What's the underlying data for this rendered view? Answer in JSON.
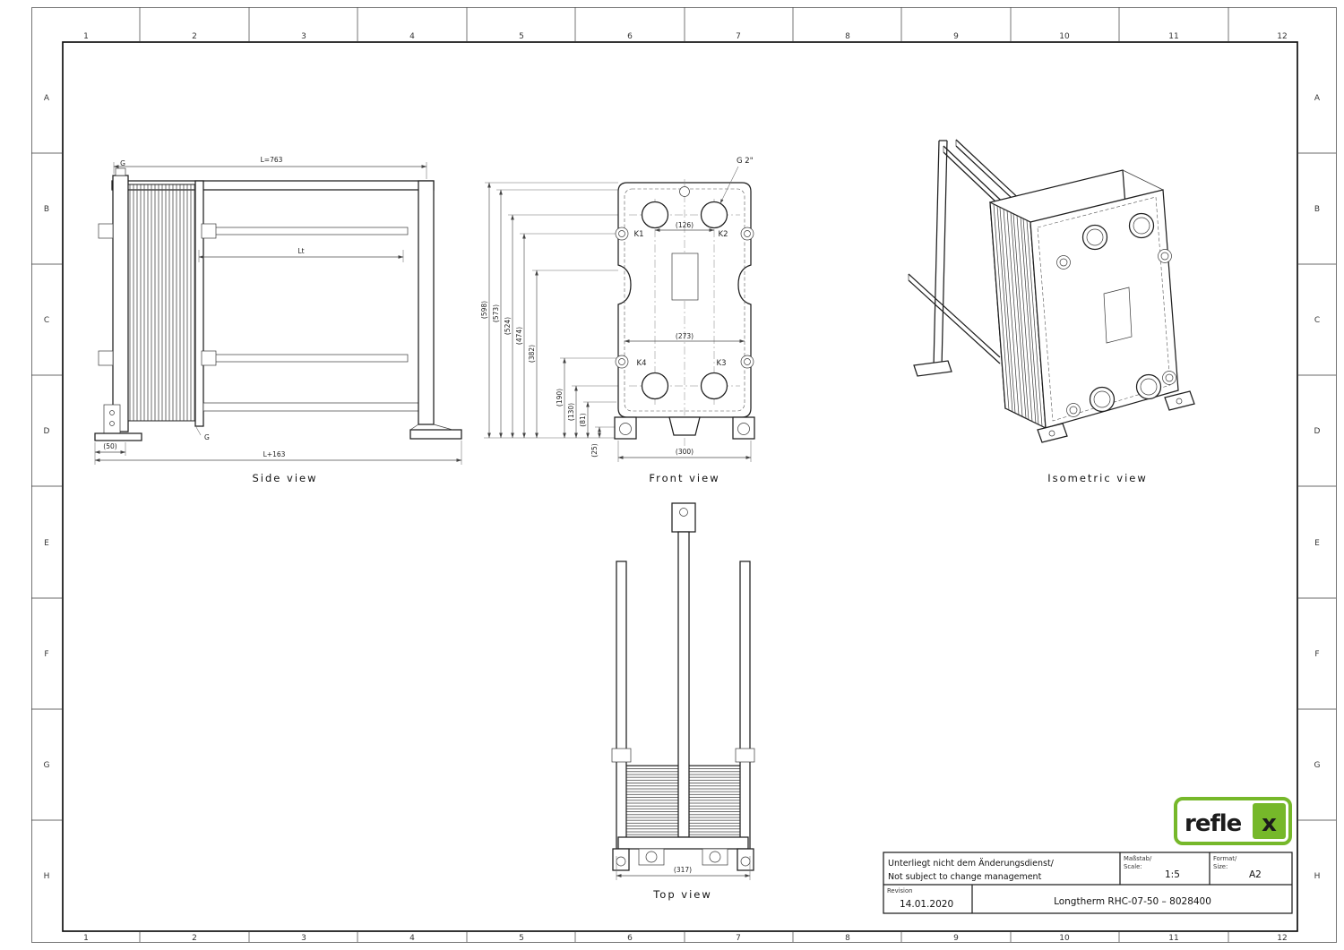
{
  "border": {
    "cols": [
      "1",
      "2",
      "3",
      "4",
      "5",
      "6",
      "7",
      "8",
      "9",
      "10",
      "11",
      "12"
    ],
    "rows": [
      "A",
      "B",
      "C",
      "D",
      "E",
      "F",
      "G",
      "H"
    ]
  },
  "side_view": {
    "label": "Side view",
    "dim_l": "L=763",
    "dim_lt": "Lt",
    "dim_l163": "L+163",
    "dim_50": "(50)",
    "g_top": "G",
    "g_bottom": "G"
  },
  "front_view": {
    "label": "Front view",
    "ports": {
      "k1": "K1",
      "k2": "K2",
      "k3": "K3",
      "k4": "K4"
    },
    "dim_g2": "G 2\"",
    "dim_126": "(126)",
    "dim_273": "(273)",
    "dim_300": "(300)",
    "stack": [
      "(598)",
      "(573)",
      "(524)",
      "(474)",
      "(382)",
      "(190)",
      "(130)",
      "(81)",
      "(25)"
    ]
  },
  "iso_view": {
    "label": "Isometric view"
  },
  "top_view": {
    "label": "Top view",
    "dim_317": "(317)"
  },
  "title_block": {
    "note_de": "Unterliegt nicht dem Änderungsdienst/",
    "note_en": "Not subject to change management",
    "scale_label_1": "Maßstab/",
    "scale_label_2": "Scale:",
    "scale_value": "1:5",
    "format_label_1": "Format/",
    "format_label_2": "Size:",
    "format_value": "A2",
    "revision_label": "Revision",
    "revision_date": "14.01.2020",
    "doc_title": "Longtherm  RHC-07-50  –  8028400"
  },
  "logo": {
    "text_left": "refle",
    "text_x": "x",
    "green": "#76b82a",
    "dark": "#3a3a39"
  }
}
